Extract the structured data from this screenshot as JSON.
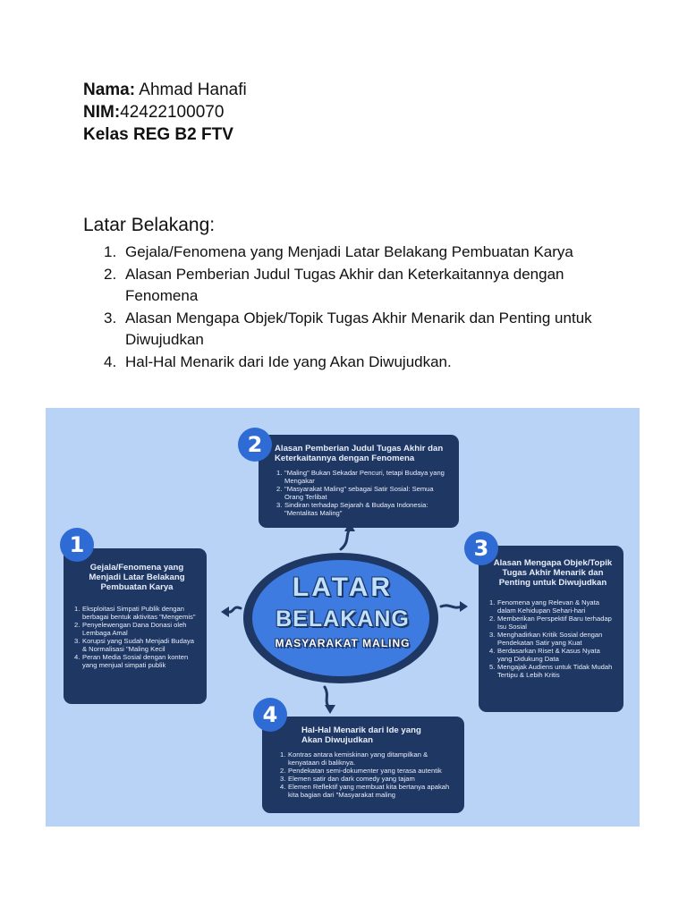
{
  "header": {
    "name_label": "Nama:",
    "name_value": " Ahmad Hanafi",
    "nim_label": "NIM:",
    "nim_value": "42422100070",
    "kelas": "Kelas REG B2 FTV"
  },
  "section_title": "Latar Belakang:",
  "toc": [
    {
      "n": "1.",
      "text": "Gejala/Fenomena yang Menjadi Latar Belakang Pembuatan Karya"
    },
    {
      "n": "2.",
      "text": "Alasan Pemberian Judul Tugas Akhir dan Keterkaitannya dengan Fenomena"
    },
    {
      "n": "3.",
      "text": "Alasan Mengapa Objek/Topik Tugas Akhir Menarik dan Penting untuk Diwujudkan"
    },
    {
      "n": "4.",
      "text": "Hal-Hal Menarik dari Ide yang Akan Diwujudkan."
    }
  ],
  "infographic": {
    "center_line1": "LATAR",
    "center_line2": "BELAKANG",
    "center_line3": "MASYARAKAT MALING",
    "cards": [
      {
        "badge": "1",
        "title": "Gejala/Fenomena yang Menjadi Latar Belakang Pembuatan Karya",
        "items": [
          {
            "n": "1.",
            "text": "Eksploitasi Simpati Publik dengan berbagai bentuk aktivitas \"Mengemis\""
          },
          {
            "n": "2.",
            "text": "Penyelewengan Dana Donasi oleh Lembaga Amal"
          },
          {
            "n": "3.",
            "text": "Korupsi yang Sudah Menjadi Budaya & Normalisasi \"Maling Kecil"
          },
          {
            "n": "4.",
            "text": "Peran Media Sosial dengan konten yang menjual simpati publik"
          }
        ]
      },
      {
        "badge": "2",
        "title": "Alasan Pemberian Judul Tugas Akhir dan Keterkaitannya dengan Fenomena",
        "items": [
          {
            "n": "1.",
            "text": "\"Maling\" Bukan Sekadar Pencuri, tetapi Budaya yang Mengakar"
          },
          {
            "n": "2.",
            "text": "\"Masyarakat Maling\" sebagai Satir Sosial: Semua Orang Terlibat"
          },
          {
            "n": "3.",
            "text": "Sindiran terhadap Sejarah & Budaya Indonesia: \"Mentalitas Maling\""
          }
        ]
      },
      {
        "badge": "3",
        "title": "Alasan Mengapa Objek/Topik Tugas Akhir Menarik dan Penting untuk Diwujudkan",
        "items": [
          {
            "n": "1.",
            "text": "Fenomena yang Relevan & Nyata dalam Kehidupan Sehari-hari"
          },
          {
            "n": "2.",
            "text": "Memberikan Perspektif Baru terhadap Isu Sosial"
          },
          {
            "n": "3.",
            "text": "Menghadirkan Kritik Sosial dengan Pendekatan Satir yang Kuat"
          },
          {
            "n": "4.",
            "text": "Berdasarkan Riset & Kasus Nyata yang Didukung Data"
          },
          {
            "n": "5.",
            "text": "Mengajak Audiens untuk Tidak Mudah Tertipu & Lebih Kritis"
          }
        ]
      },
      {
        "badge": "4",
        "title": "Hal-Hal Menarik dari Ide yang Akan Diwujudkan",
        "items": [
          {
            "n": "1.",
            "text": "Kontras antara kemiskinan yang ditampilkan & kenyataan di baliknya."
          },
          {
            "n": "2.",
            "text": "Pendekatan semi-dokumenter yang terasa autentik"
          },
          {
            "n": "3.",
            "text": "Elemen satir dan dark comedy yang tajam"
          },
          {
            "n": "4.",
            "text": "Elemen Reflektif yang membuat kita bertanya apakah kita bagian dari \"Masyarakat maling"
          }
        ]
      }
    ]
  }
}
